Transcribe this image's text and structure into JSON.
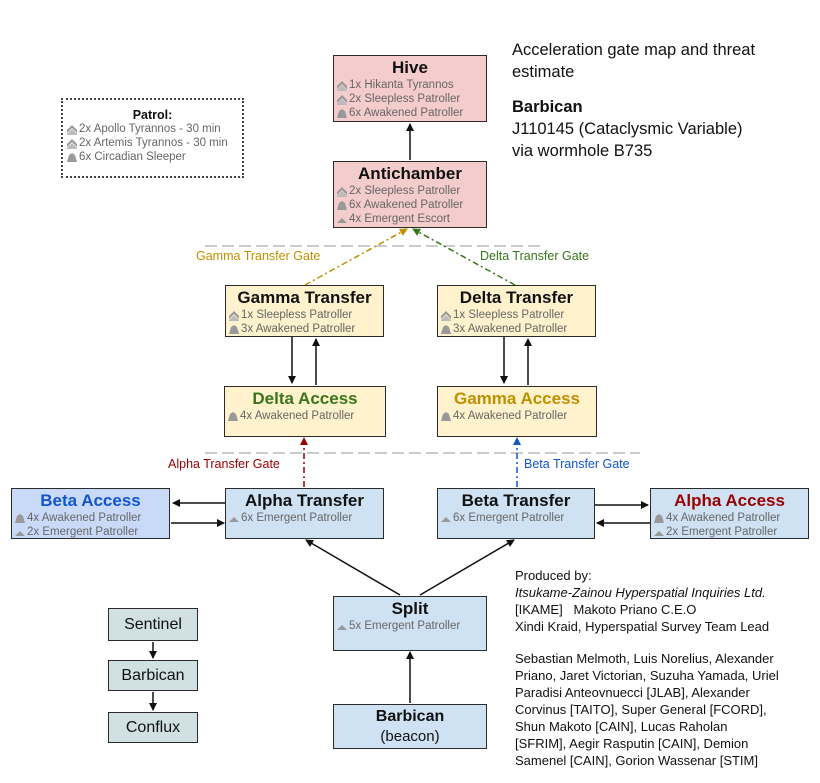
{
  "header": {
    "title_line1": "Acceleration gate map and threat",
    "title_line2": "estimate",
    "system_name": "Barbican",
    "system_id": "J110145 (Cataclysmic Variable)",
    "wormhole": "via wormhole B735"
  },
  "patrol": {
    "title": "Patrol:",
    "rows": [
      {
        "icon": "chevron-rank-icon",
        "text": "2x Apollo Tyrannos - 30 min"
      },
      {
        "icon": "chevron-rank-icon",
        "text": "2x Artemis Tyrannos - 30 min"
      },
      {
        "icon": "hull-rank-icon",
        "text": "6x Circadian Sleeper"
      }
    ]
  },
  "nodes": {
    "hive": {
      "title": "Hive",
      "rows": [
        "1x Hikanta Tyrannos",
        "2x Sleepless Patroller",
        "6x Awakened Patroller"
      ]
    },
    "antichamber": {
      "title": "Antichamber",
      "rows": [
        "2x Sleepless Patroller",
        "6x Awakened Patroller",
        "4x Emergent Escort"
      ]
    },
    "gamma_transfer": {
      "title": "Gamma Transfer",
      "rows": [
        "1x Sleepless Patroller",
        "3x Awakened Patroller"
      ]
    },
    "delta_transfer": {
      "title": "Delta Transfer",
      "rows": [
        "1x Sleepless Patroller",
        "3x Awakened Patroller"
      ]
    },
    "delta_access": {
      "title": "Delta Access",
      "rows": [
        "4x Awakened Patroller"
      ],
      "title_color": "#38761d"
    },
    "gamma_access": {
      "title": "Gamma Access",
      "rows": [
        "4x Awakened Patroller"
      ],
      "title_color": "#bf9000"
    },
    "beta_access": {
      "title": "Beta Access",
      "rows": [
        "4x Awakened Patroller",
        "2x Emergent Patroller"
      ],
      "title_color": "#1155cc"
    },
    "alpha_transfer": {
      "title": "Alpha Transfer",
      "rows": [
        "6x Emergent Patroller"
      ]
    },
    "beta_transfer": {
      "title": "Beta Transfer",
      "rows": [
        "6x Emergent Patroller"
      ]
    },
    "alpha_access": {
      "title": "Alpha Access",
      "rows": [
        "4x Awakened Patroller",
        "2x Emergent Patroller"
      ],
      "title_color": "#990000"
    },
    "split": {
      "title": "Split",
      "rows": [
        "5x Emergent Patroller"
      ]
    },
    "barbican_beacon": {
      "title": "Barbican",
      "subtitle": "(beacon)"
    }
  },
  "gates": {
    "gamma": {
      "label": "Gamma Transfer Gate",
      "color": "#bf9000"
    },
    "delta": {
      "label": "Delta Transfer Gate",
      "color": "#38761d"
    },
    "alpha": {
      "label": "Alpha Transfer Gate",
      "color": "#990000"
    },
    "beta": {
      "label": "Beta Transfer Gate",
      "color": "#1155cc"
    }
  },
  "legend_chain": [
    "Sentinel",
    "Barbican",
    "Conflux"
  ],
  "credits": {
    "produced_by": "Produced by:",
    "company": "Itsukame-Zainou Hyperspatial Inquiries Ltd.",
    "lines": [
      "[IKAME]   Makoto Priano C.E.O",
      "Xindi Kraid, Hyperspatial Survey Team Lead"
    ],
    "members": [
      "Sebastian Melmoth, Luis Norelius, Alexander",
      "Priano, Jaret Victorian, Suzuha Yamada, Uriel",
      "Paradisi Anteovnuecci [JLAB], Alexander",
      "Corvinus [TAITO], Super General [FCORD],",
      "Shun Makoto [CAIN], Lucas Raholan",
      "[SFRIM], Aegir Rasputin [CAIN], Demion",
      "Samenel [CAIN], Gorion Wassenar [STIM]"
    ]
  }
}
